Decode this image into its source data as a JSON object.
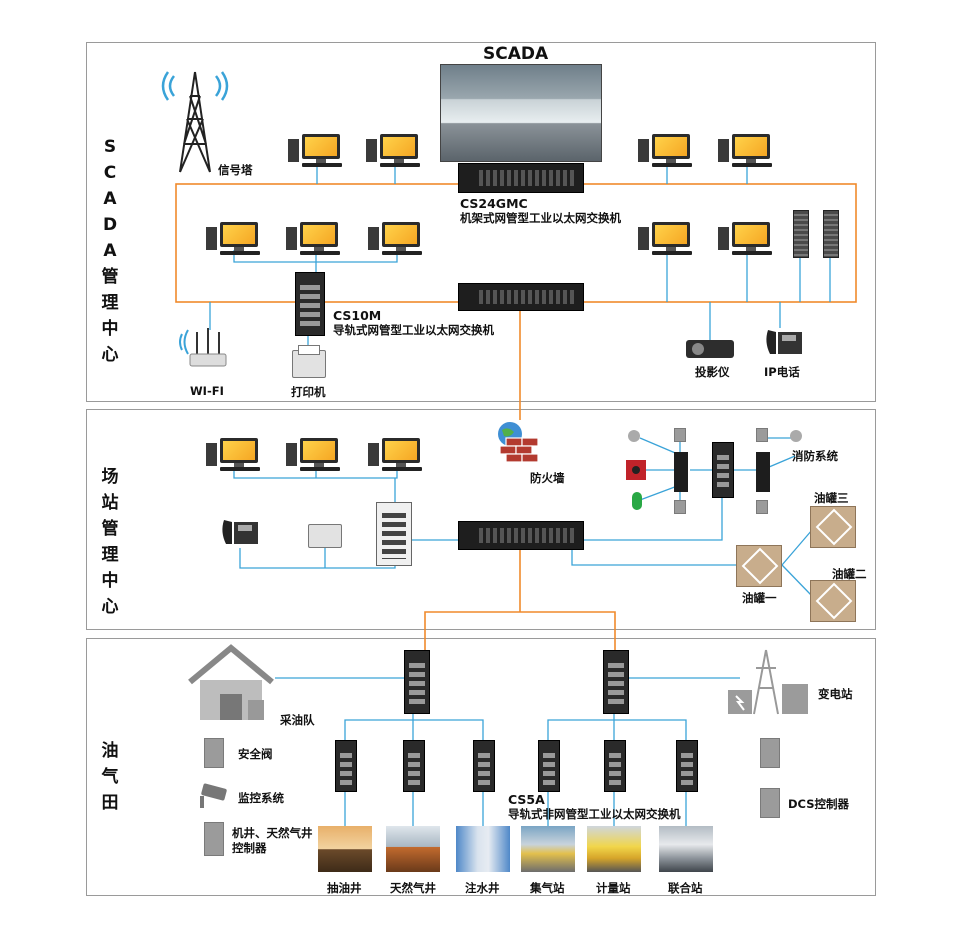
{
  "zones": {
    "scada_center": "SCADA管理中心",
    "station_center": "场站管理中心",
    "field": "油气田"
  },
  "scada": {
    "title": "SCADA",
    "tower": "信号塔",
    "core_switch_model": "CS24GMC",
    "core_switch_desc": "机架式网管型工业以太网交换机",
    "din_switch_model": "CS10M",
    "din_switch_desc": "导轨式网管型工业以太网交换机",
    "wifi": "WI-FI",
    "printer": "打印机",
    "projector": "投影仪",
    "ip_phone": "IP电话"
  },
  "station": {
    "firewall": "防火墙",
    "fire_system": "消防系统",
    "tank_1": "油罐一",
    "tank_2": "油罐二",
    "tank_3": "油罐三"
  },
  "field": {
    "production_team": "采油队",
    "safety_valve": "安全阀",
    "surveillance": "监控系统",
    "well_controller": "机井、天然气井\n控制器",
    "substation": "变电站",
    "dcs": "DCS控制器",
    "edge_switch_model": "CS5A",
    "edge_switch_desc": "导轨式非网管型工业以太网交换机",
    "sites": [
      "抽油井",
      "天然气井",
      "注水井",
      "集气站",
      "计量站",
      "联合站"
    ]
  },
  "colors": {
    "ring": "#f08a2c",
    "link": "#3aa3d8",
    "panel_border": "#9a9a9a"
  }
}
